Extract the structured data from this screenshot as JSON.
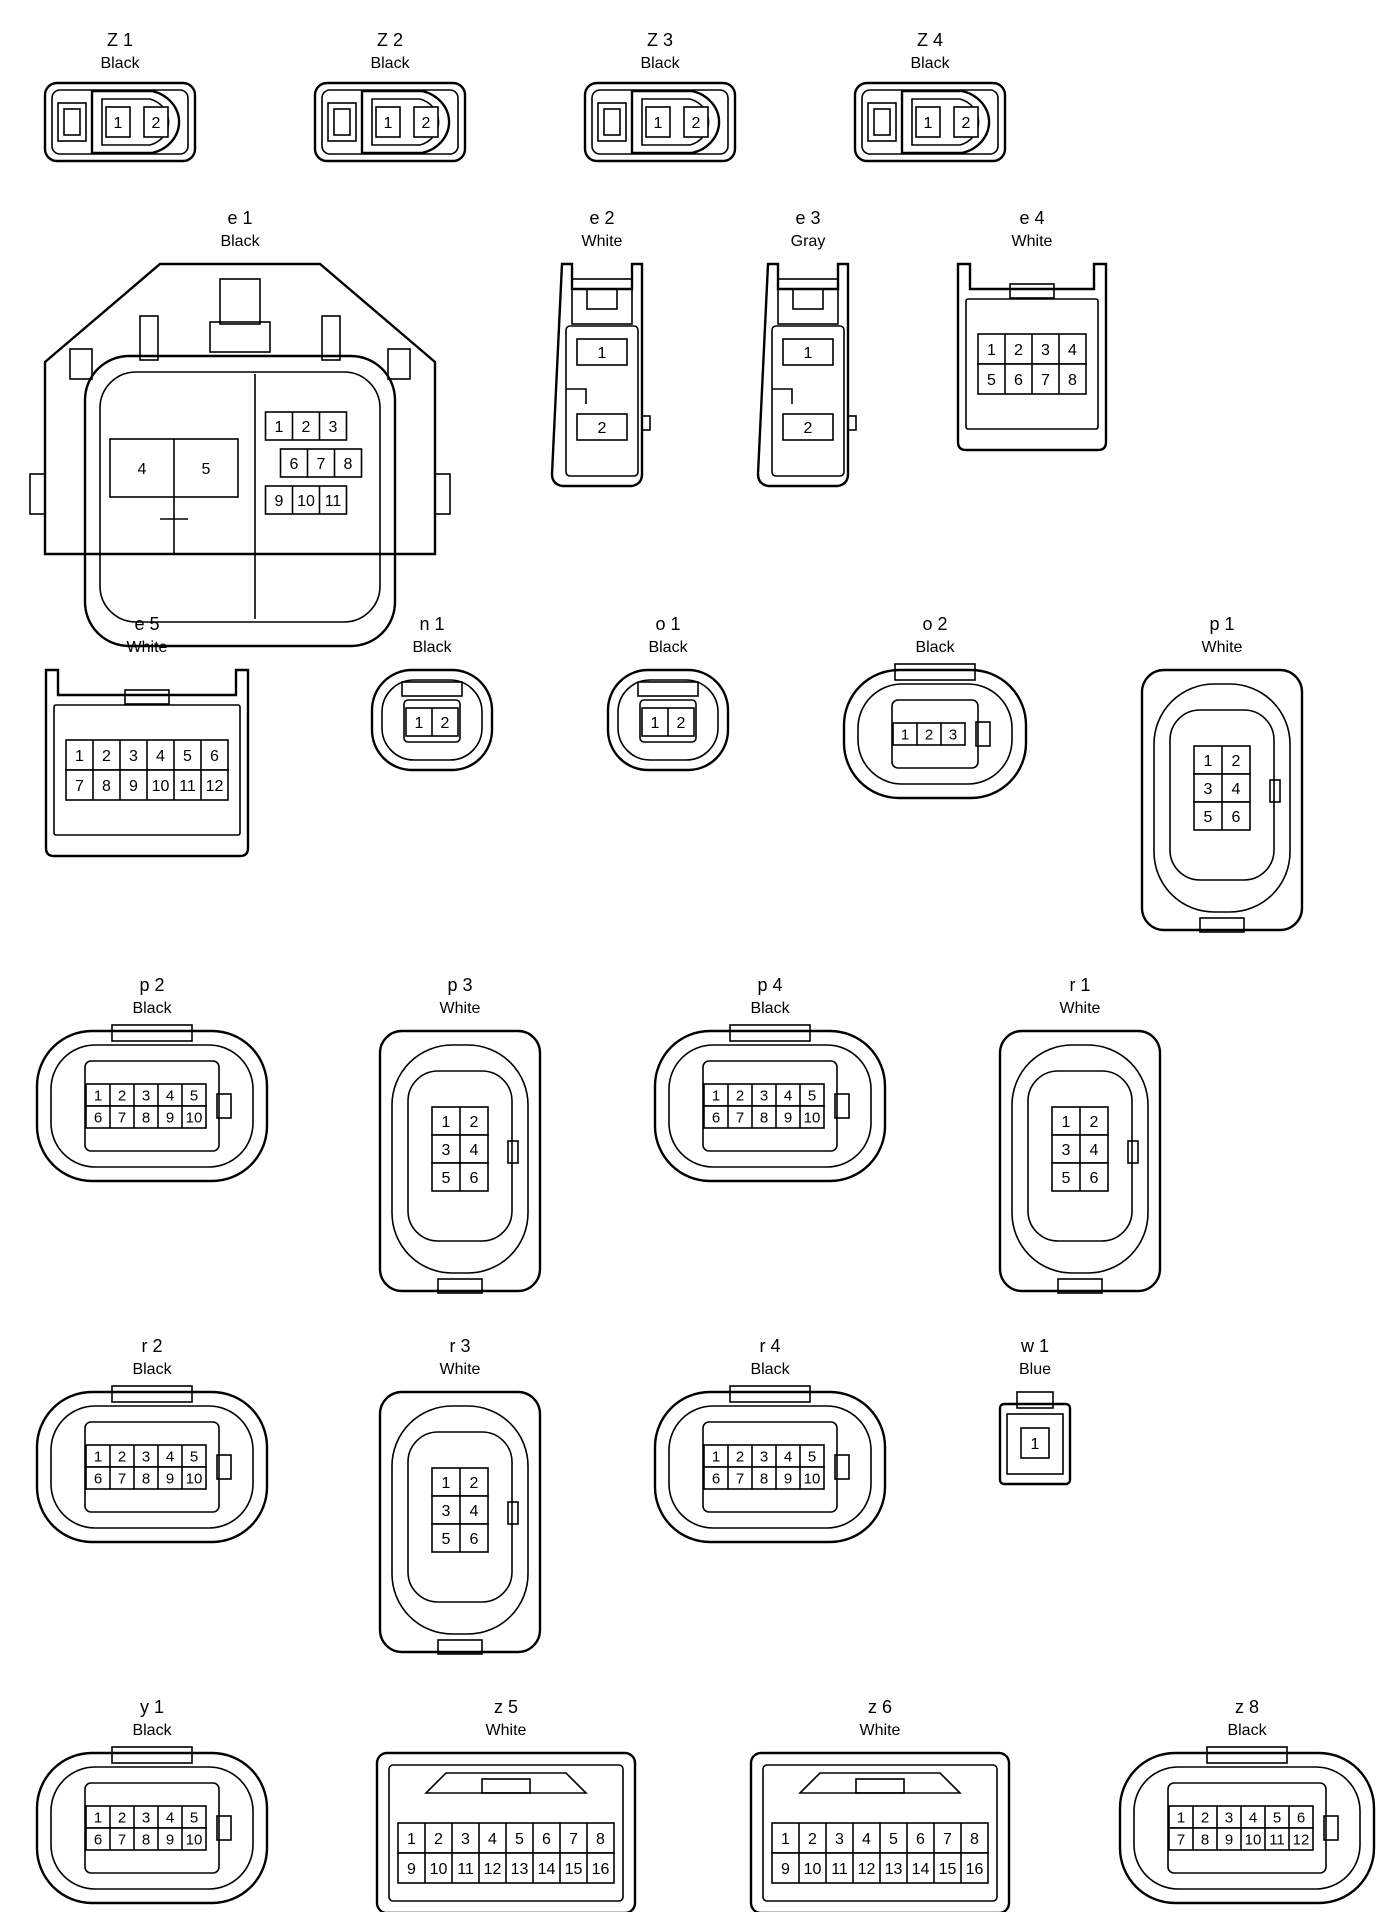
{
  "connectors": [
    {
      "id": "Z 1",
      "color": "Black",
      "shape": "rect2",
      "pins": [
        [
          "1",
          "2"
        ]
      ]
    },
    {
      "id": "Z 2",
      "color": "Black",
      "shape": "rect2",
      "pins": [
        [
          "1",
          "2"
        ]
      ]
    },
    {
      "id": "Z 3",
      "color": "Black",
      "shape": "rect2",
      "pins": [
        [
          "1",
          "2"
        ]
      ]
    },
    {
      "id": "Z 4",
      "color": "Black",
      "shape": "rect2",
      "pins": [
        [
          "1",
          "2"
        ]
      ]
    },
    {
      "id": "e 1",
      "color": "Black",
      "shape": "big",
      "pins": [
        [
          "4",
          "5"
        ],
        [
          "1",
          "2",
          "3"
        ],
        [
          "6",
          "7",
          "8"
        ],
        [
          "9",
          "10",
          "11"
        ]
      ]
    },
    {
      "id": "e 2",
      "color": "White",
      "shape": "tall2",
      "pins": [
        [
          "1"
        ],
        [
          "2"
        ]
      ]
    },
    {
      "id": "e 3",
      "color": "Gray",
      "shape": "tall2",
      "pins": [
        [
          "1"
        ],
        [
          "2"
        ]
      ]
    },
    {
      "id": "e 4",
      "color": "White",
      "shape": "grid",
      "pins": [
        [
          "1",
          "2",
          "3",
          "4"
        ],
        [
          "5",
          "6",
          "7",
          "8"
        ]
      ]
    },
    {
      "id": "e 5",
      "color": "White",
      "shape": "grid",
      "pins": [
        [
          "1",
          "2",
          "3",
          "4",
          "5",
          "6"
        ],
        [
          "7",
          "8",
          "9",
          "10",
          "11",
          "12"
        ]
      ]
    },
    {
      "id": "n 1",
      "color": "Black",
      "shape": "round",
      "pins": [
        [
          "1",
          "2"
        ]
      ]
    },
    {
      "id": "o 1",
      "color": "Black",
      "shape": "round",
      "pins": [
        [
          "1",
          "2"
        ]
      ]
    },
    {
      "id": "o 2",
      "color": "Black",
      "shape": "oval",
      "pins": [
        [
          "1",
          "2",
          "3"
        ]
      ]
    },
    {
      "id": "p 1",
      "color": "White",
      "shape": "vert",
      "pins": [
        [
          "1",
          "2"
        ],
        [
          "3",
          "4"
        ],
        [
          "5",
          "6"
        ]
      ]
    },
    {
      "id": "p 2",
      "color": "Black",
      "shape": "oval",
      "pins": [
        [
          "1",
          "2",
          "3",
          "4",
          "5"
        ],
        [
          "6",
          "7",
          "8",
          "9",
          "10"
        ]
      ]
    },
    {
      "id": "p 3",
      "color": "White",
      "shape": "vert",
      "pins": [
        [
          "1",
          "2"
        ],
        [
          "3",
          "4"
        ],
        [
          "5",
          "6"
        ]
      ]
    },
    {
      "id": "p 4",
      "color": "Black",
      "shape": "oval",
      "pins": [
        [
          "1",
          "2",
          "3",
          "4",
          "5"
        ],
        [
          "6",
          "7",
          "8",
          "9",
          "10"
        ]
      ]
    },
    {
      "id": "r 1",
      "color": "White",
      "shape": "vert",
      "pins": [
        [
          "1",
          "2"
        ],
        [
          "3",
          "4"
        ],
        [
          "5",
          "6"
        ]
      ]
    },
    {
      "id": "r 2",
      "color": "Black",
      "shape": "oval",
      "pins": [
        [
          "1",
          "2",
          "3",
          "4",
          "5"
        ],
        [
          "6",
          "7",
          "8",
          "9",
          "10"
        ]
      ]
    },
    {
      "id": "r 3",
      "color": "White",
      "shape": "vert",
      "pins": [
        [
          "1",
          "2"
        ],
        [
          "3",
          "4"
        ],
        [
          "5",
          "6"
        ]
      ]
    },
    {
      "id": "r 4",
      "color": "Black",
      "shape": "oval",
      "pins": [
        [
          "1",
          "2",
          "3",
          "4",
          "5"
        ],
        [
          "6",
          "7",
          "8",
          "9",
          "10"
        ]
      ]
    },
    {
      "id": "w 1",
      "color": "Blue",
      "shape": "single",
      "pins": [
        [
          "1"
        ]
      ]
    },
    {
      "id": "y 1",
      "color": "Black",
      "shape": "oval",
      "pins": [
        [
          "1",
          "2",
          "3",
          "4",
          "5"
        ],
        [
          "6",
          "7",
          "8",
          "9",
          "10"
        ]
      ]
    },
    {
      "id": "z 5",
      "color": "White",
      "shape": "wide",
      "pins": [
        [
          "1",
          "2",
          "3",
          "4",
          "5",
          "6",
          "7",
          "8"
        ],
        [
          "9",
          "10",
          "11",
          "12",
          "13",
          "14",
          "15",
          "16"
        ]
      ]
    },
    {
      "id": "z 6",
      "color": "White",
      "shape": "wide",
      "pins": [
        [
          "1",
          "2",
          "3",
          "4",
          "5",
          "6",
          "7",
          "8"
        ],
        [
          "9",
          "10",
          "11",
          "12",
          "13",
          "14",
          "15",
          "16"
        ]
      ]
    },
    {
      "id": "z 8",
      "color": "Black",
      "shape": "oval",
      "pins": [
        [
          "1",
          "2",
          "3",
          "4",
          "5",
          "6"
        ],
        [
          "7",
          "8",
          "9",
          "10",
          "11",
          "12"
        ]
      ]
    }
  ]
}
